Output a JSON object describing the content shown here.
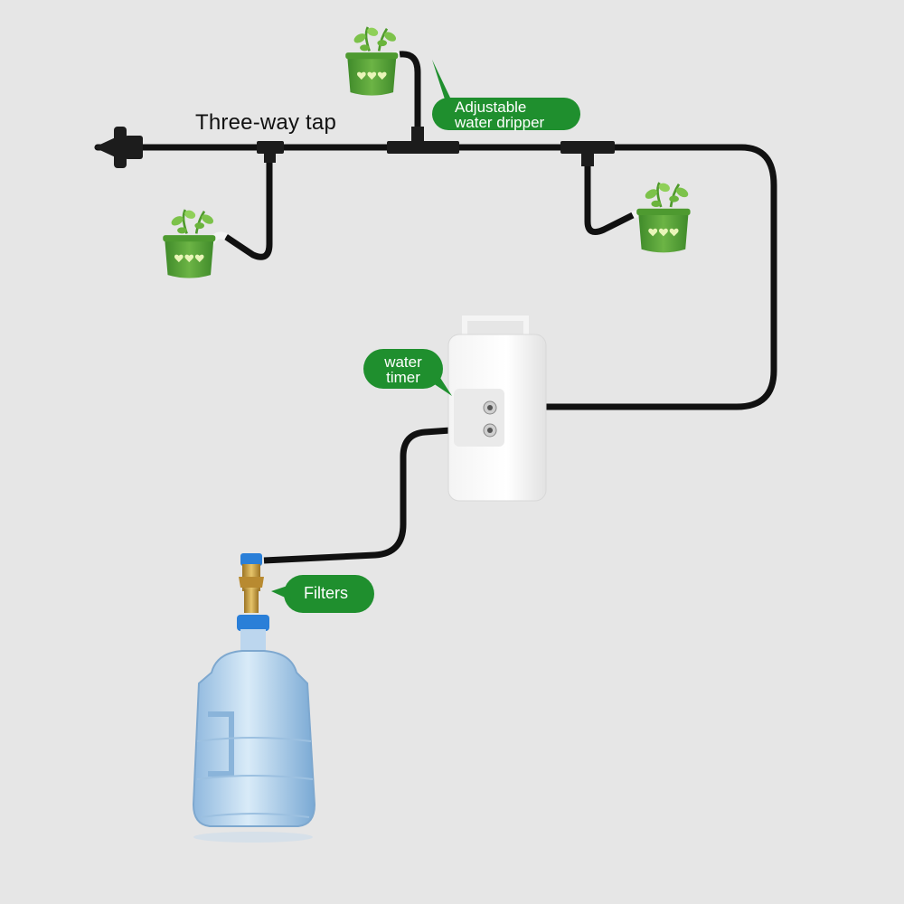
{
  "labels": {
    "three_way_tap": "Three-way tap",
    "dripper_line1": "Adjustable",
    "dripper_line2": "water dripper",
    "timer_line1": "water",
    "timer_line2": "timer",
    "filters": "Filters"
  },
  "colors": {
    "background": "#e6e6e6",
    "callout_green": "#1f8f2e",
    "tube": "#111111",
    "pot_green": "#5aa23a",
    "bottle_blue": "#a9cbe6",
    "cap_blue": "#2a7fd8",
    "brass": "#c79a3a",
    "timer_body": "#ffffff"
  },
  "icons": [
    "plant-pot-icon",
    "water-bottle-icon",
    "water-timer-icon",
    "filter-valve-icon",
    "end-plug-icon"
  ]
}
